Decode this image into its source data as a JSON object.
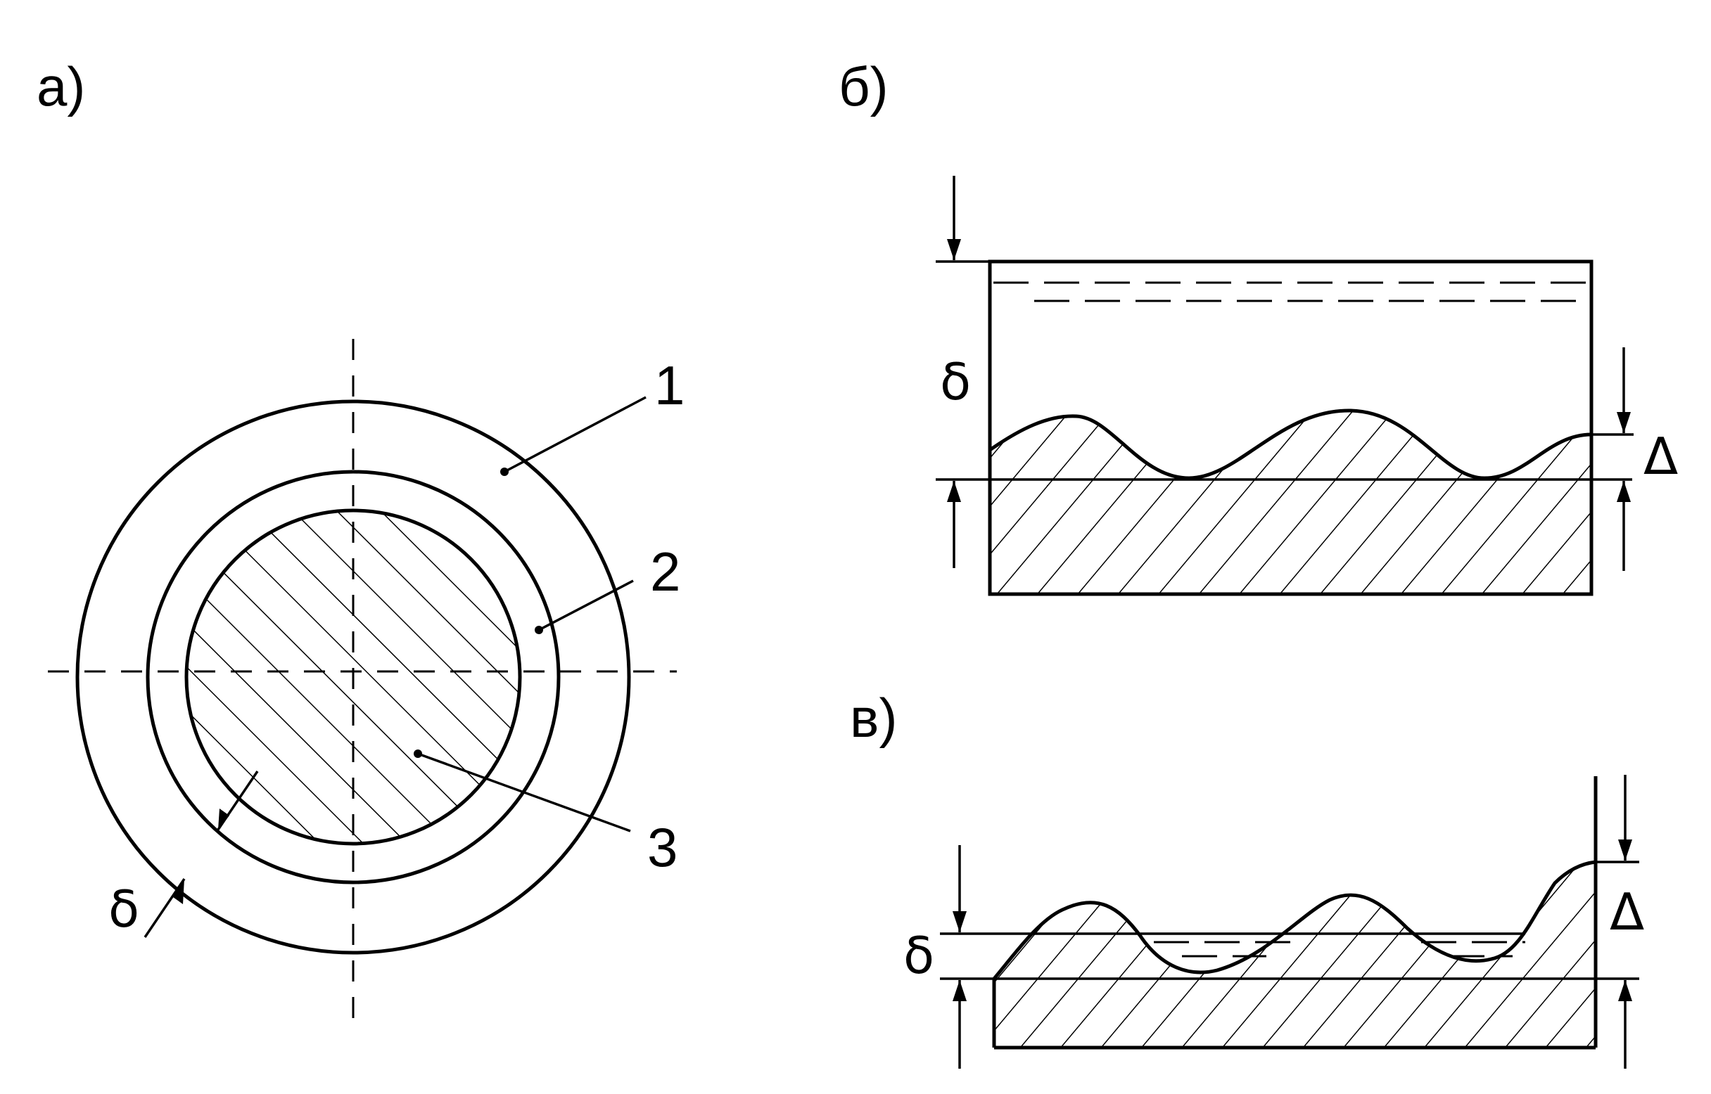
{
  "panels": {
    "a": {
      "label": "а)",
      "callouts": [
        "1",
        "2",
        "3"
      ],
      "thickness_symbol": "δ"
    },
    "b": {
      "label": "б)",
      "thickness_symbol": "δ",
      "roughness_symbol": "Δ"
    },
    "c": {
      "label": "в)",
      "thickness_symbol": "δ",
      "roughness_symbol": "Δ"
    }
  }
}
